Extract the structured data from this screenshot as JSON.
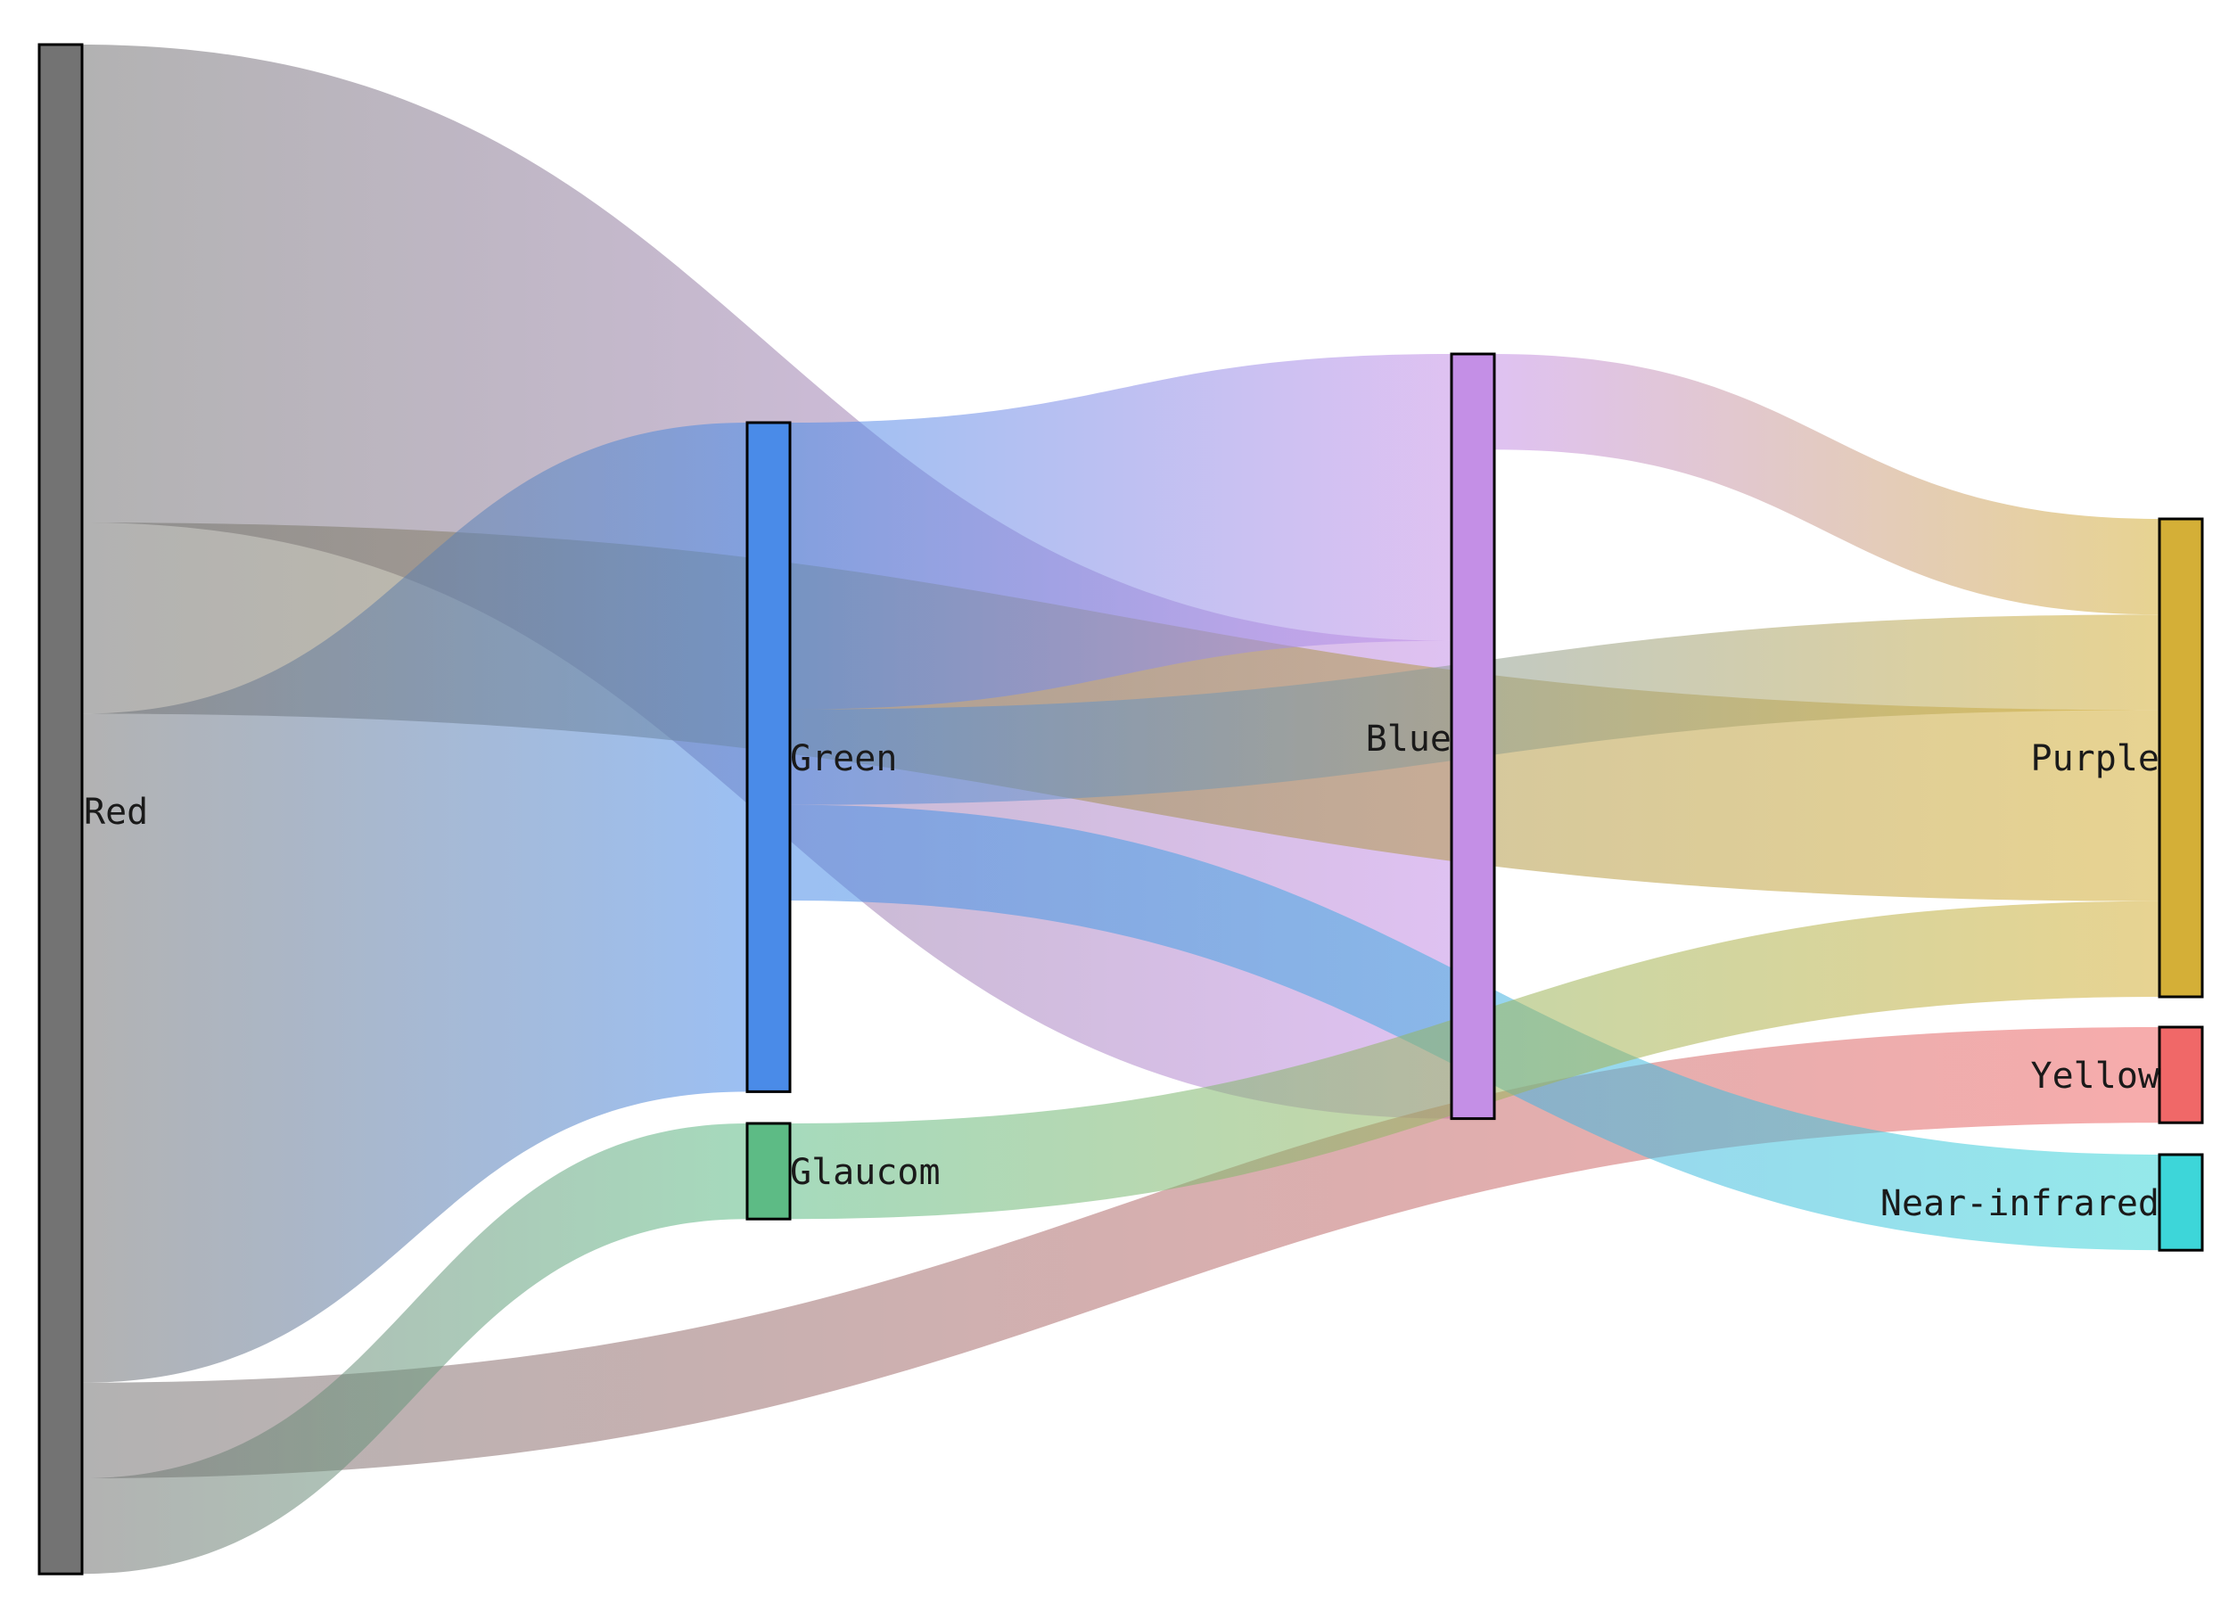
{
  "chart_data": {
    "type": "sankey",
    "nodes": [
      {
        "id": "Red",
        "label": "Red",
        "color": "#737373"
      },
      {
        "id": "Green",
        "label": "Green",
        "color": "#4a8be8"
      },
      {
        "id": "Glaucom",
        "label": "Glaucom",
        "color": "#5dbb85"
      },
      {
        "id": "Blue",
        "label": "Blue",
        "color": "#c48fe6"
      },
      {
        "id": "Purple",
        "label": "Purple",
        "color": "#d4af37"
      },
      {
        "id": "Yellow",
        "label": "Yellow",
        "color": "#f06868"
      },
      {
        "id": "Near-infrared",
        "label": "Near-infrared",
        "color": "#3dd6d9"
      }
    ],
    "links": [
      {
        "source": "Red",
        "target": "Blue",
        "value": 5
      },
      {
        "source": "Red",
        "target": "Purple",
        "value": 2
      },
      {
        "source": "Red",
        "target": "Green",
        "value": 7
      },
      {
        "source": "Red",
        "target": "Yellow",
        "value": 1
      },
      {
        "source": "Red",
        "target": "Glaucom",
        "value": 1
      },
      {
        "source": "Green",
        "target": "Blue",
        "value": 3
      },
      {
        "source": "Green",
        "target": "Purple",
        "value": 1
      },
      {
        "source": "Green",
        "target": "Near-infrared",
        "value": 1
      },
      {
        "source": "Blue",
        "target": "Purple",
        "value": 1
      },
      {
        "source": "Glaucom",
        "target": "Purple",
        "value": 1
      }
    ]
  }
}
